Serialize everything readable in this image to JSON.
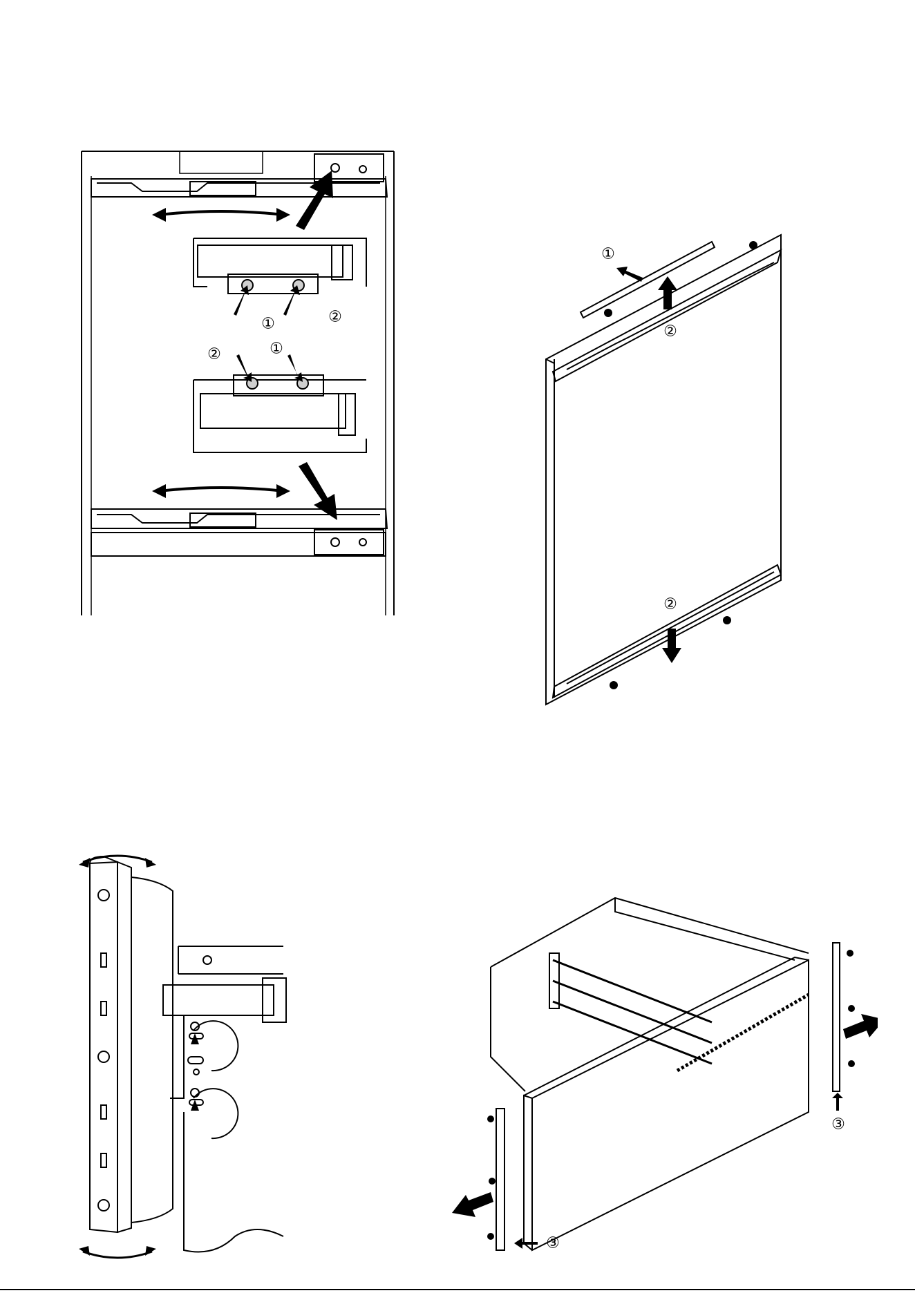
{
  "callouts": {
    "one": "①",
    "two": "②",
    "three": "③"
  },
  "colors": {
    "ink": "#000000",
    "paper": "#ffffff",
    "shade": "#cfcfcf"
  }
}
